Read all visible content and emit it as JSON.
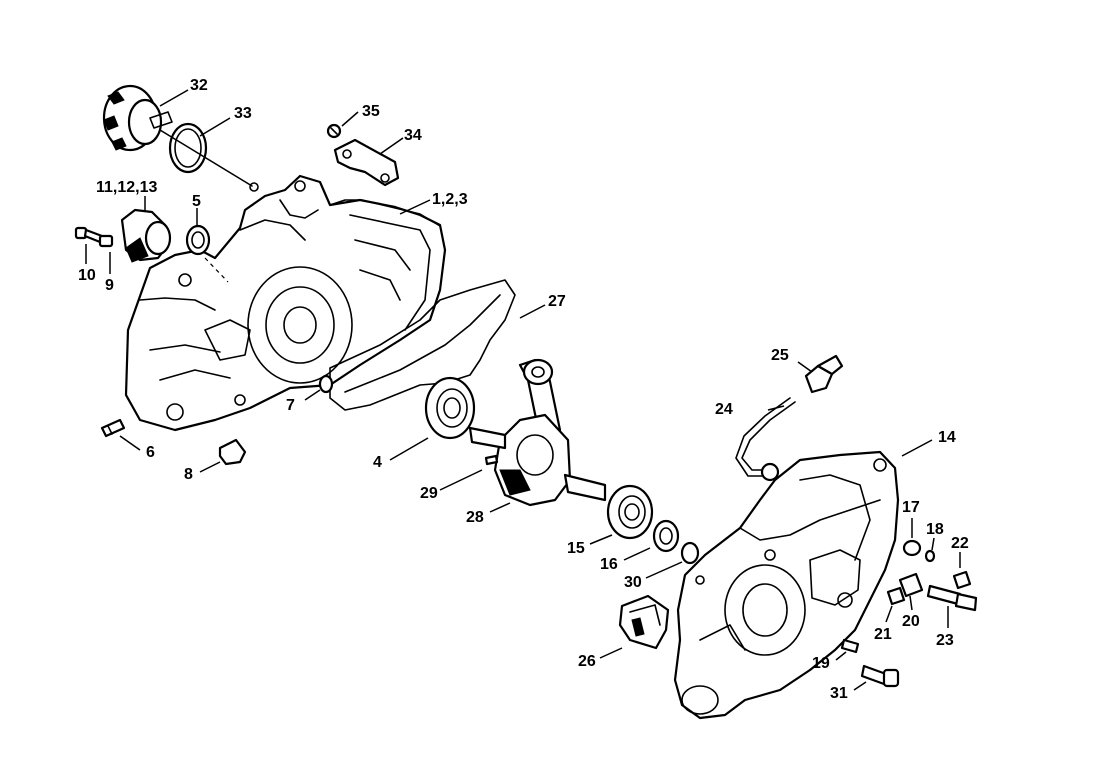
{
  "callouts": {
    "c1": "1,2,3",
    "c4": "4",
    "c5": "5",
    "c6": "6",
    "c7": "7",
    "c8": "8",
    "c9": "9",
    "c10": "10",
    "c11": "11,12,13",
    "c14": "14",
    "c15": "15",
    "c16": "16",
    "c17": "17",
    "c18": "18",
    "c19": "19",
    "c20": "20",
    "c21": "21",
    "c22": "22",
    "c23": "23",
    "c24": "24",
    "c25": "25",
    "c26": "26",
    "c27": "27",
    "c28": "28",
    "c29": "29",
    "c30": "30",
    "c31": "31",
    "c32": "32",
    "c33": "33",
    "c34": "34",
    "c35": "35"
  }
}
